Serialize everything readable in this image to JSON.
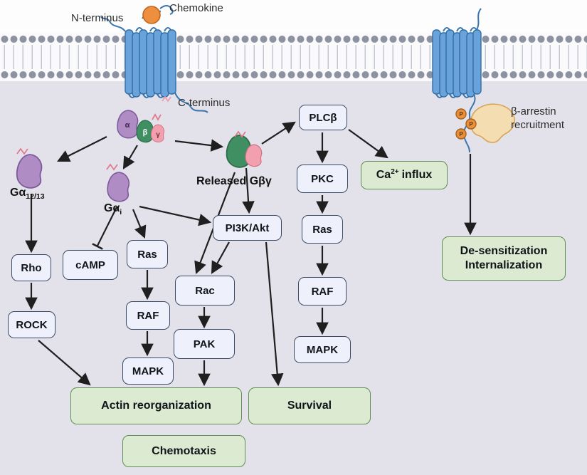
{
  "labels": {
    "chemokine": "Chemokine",
    "n_terminus": "N-terminus",
    "c_terminus": "C-terminus",
    "released_gbg": "Released Gβγ",
    "beta_arrestin_1": "β-arrestin",
    "beta_arrestin_2": "recruitment",
    "g_alpha_base": "Gα",
    "g_alpha_12_13_sub": "12/13",
    "g_alpha_i_sub": "i",
    "subunit_alpha": "α",
    "subunit_beta": "β",
    "subunit_gamma": "γ",
    "phosphate": "P"
  },
  "nodes": {
    "plcb": "PLCβ",
    "pkc": "PKC",
    "ca_influx": {
      "base": "Ca",
      "sup": "2+",
      "rest": "influx"
    },
    "ras_right": "Ras",
    "raf_right": "RAF",
    "mapk_right": "MAPK",
    "pi3k_akt": "PI3K/Akt",
    "rac": "Rac",
    "pak": "PAK",
    "camp": "cAMP",
    "ras_left": "Ras",
    "raf_left": "RAF",
    "mapk_left": "MAPK",
    "rho": "Rho",
    "rock": "ROCK",
    "actin": "Actin reorganization",
    "chemotaxis": "Chemotaxis",
    "survival": "Survival",
    "desensitization_1": "De-sensitization",
    "desensitization_2": "Internalization"
  },
  "colors": {
    "background": "#e3e2ea",
    "node_fill": "#eef1fb",
    "node_border": "#3d4a66",
    "green_fill": "#dcead2",
    "green_border": "#5f8f53",
    "membrane_head": "#8d92a0",
    "receptor_blue": "#6aa3da",
    "chemokine_orange": "#ee8f3f",
    "g_alpha_purple": "#b08cc4",
    "g_beta_green": "#3f8f63",
    "g_gamma_pink": "#f2a0b0",
    "arrestin_tan": "#f5ddb2",
    "arrow_black": "#1f1f1f"
  }
}
